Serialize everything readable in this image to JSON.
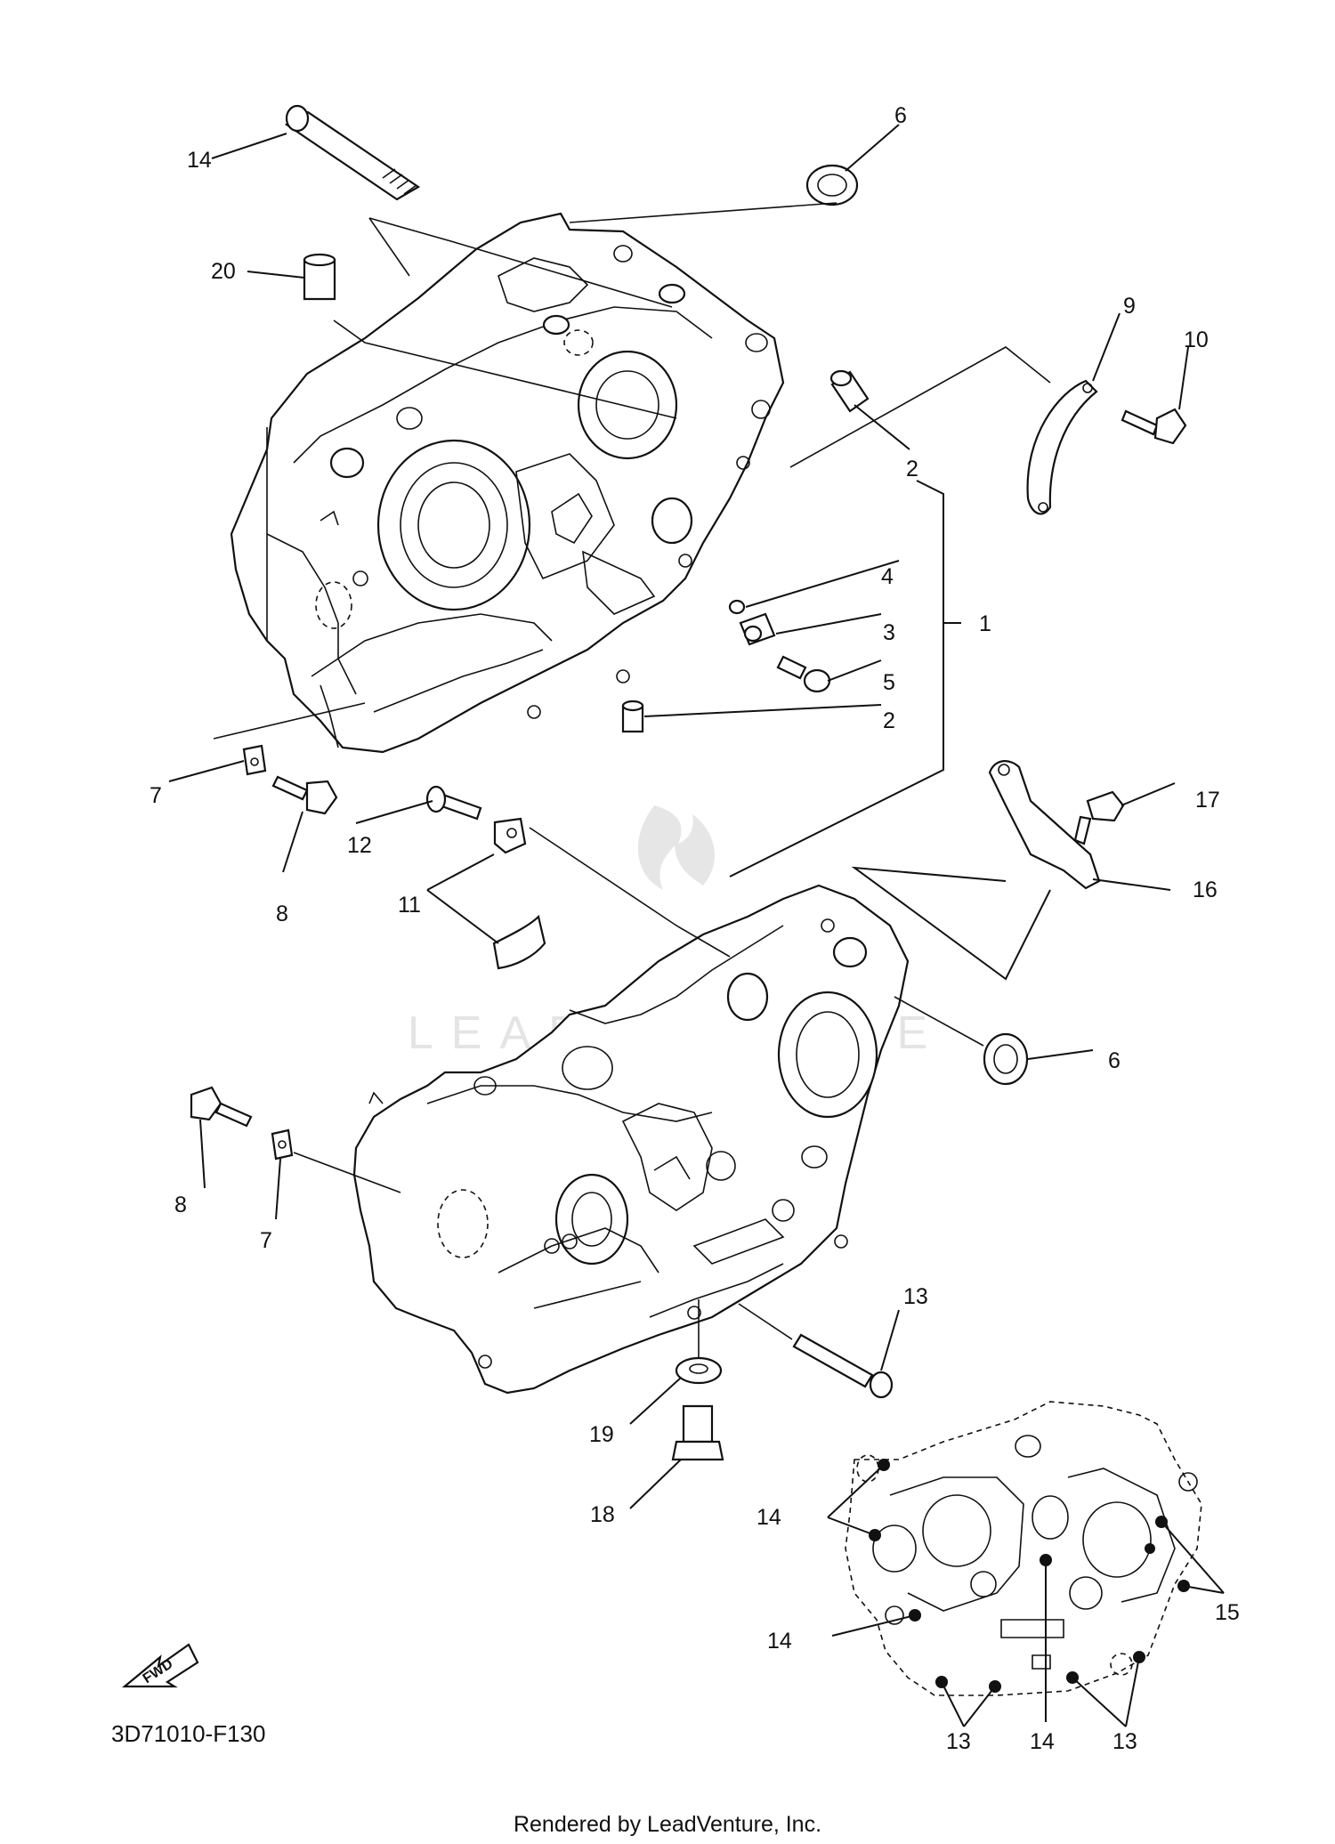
{
  "callouts": {
    "c1": "1",
    "c2a": "2",
    "c2b": "2",
    "c3": "3",
    "c4": "4",
    "c5": "5",
    "c6a": "6",
    "c6b": "6",
    "c7a": "7",
    "c7b": "7",
    "c8a": "8",
    "c8b": "8",
    "c9": "9",
    "c10": "10",
    "c11": "11",
    "c12": "12",
    "c13": "13",
    "c14": "14",
    "c16": "16",
    "c17": "17",
    "c18": "18",
    "c19": "19",
    "c20": "20"
  },
  "inset_callouts": {
    "i14a": "14",
    "i14b": "14",
    "i14c": "14",
    "i13a": "13",
    "i13b": "13",
    "i15": "15"
  },
  "fwd_label": "FWD",
  "diagram_code": "3D71010-F130",
  "watermark": "LEADVENTURE",
  "credit": "Rendered by LeadVenture, Inc."
}
